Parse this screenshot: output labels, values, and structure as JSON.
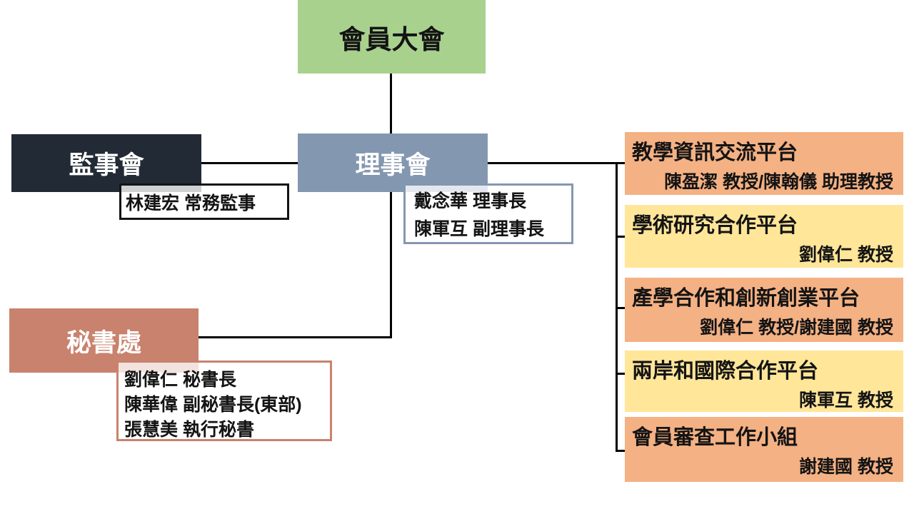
{
  "colors": {
    "green": "#A9D18E",
    "dark": "#222A35",
    "blue_gray": "#8497B0",
    "salmon": "#C9826D",
    "orange": "#F4B183",
    "yellow": "#FFE699",
    "line": "#000000"
  },
  "nodes": {
    "general_assembly": {
      "label": "會員大會"
    },
    "supervisory_board": {
      "label": "監事會",
      "members": [
        "林建宏 常務監事"
      ]
    },
    "board_of_directors": {
      "label": "理事會",
      "members": [
        "戴念華 理事長",
        "陳軍互 副理事長"
      ]
    },
    "secretariat": {
      "label": "秘書處",
      "members": [
        "劉偉仁 秘書長",
        "陳華偉 副秘書長(東部)",
        "張慧美 執行秘書"
      ]
    }
  },
  "platforms": [
    {
      "title": "教學資訊交流平台",
      "staff": "陳盈潔 教授/陳翰儀 助理教授",
      "color": "orange"
    },
    {
      "title": "學術研究合作平台",
      "staff": "劉偉仁 教授",
      "color": "yellow"
    },
    {
      "title": "產學合作和創新創業平台",
      "staff": "劉偉仁 教授/謝建國 教授",
      "color": "orange"
    },
    {
      "title": "兩岸和國際合作平台",
      "staff": "陳軍互 教授",
      "color": "yellow"
    },
    {
      "title": "會員審查工作小組",
      "staff": "謝建國 教授",
      "color": "orange"
    }
  ]
}
